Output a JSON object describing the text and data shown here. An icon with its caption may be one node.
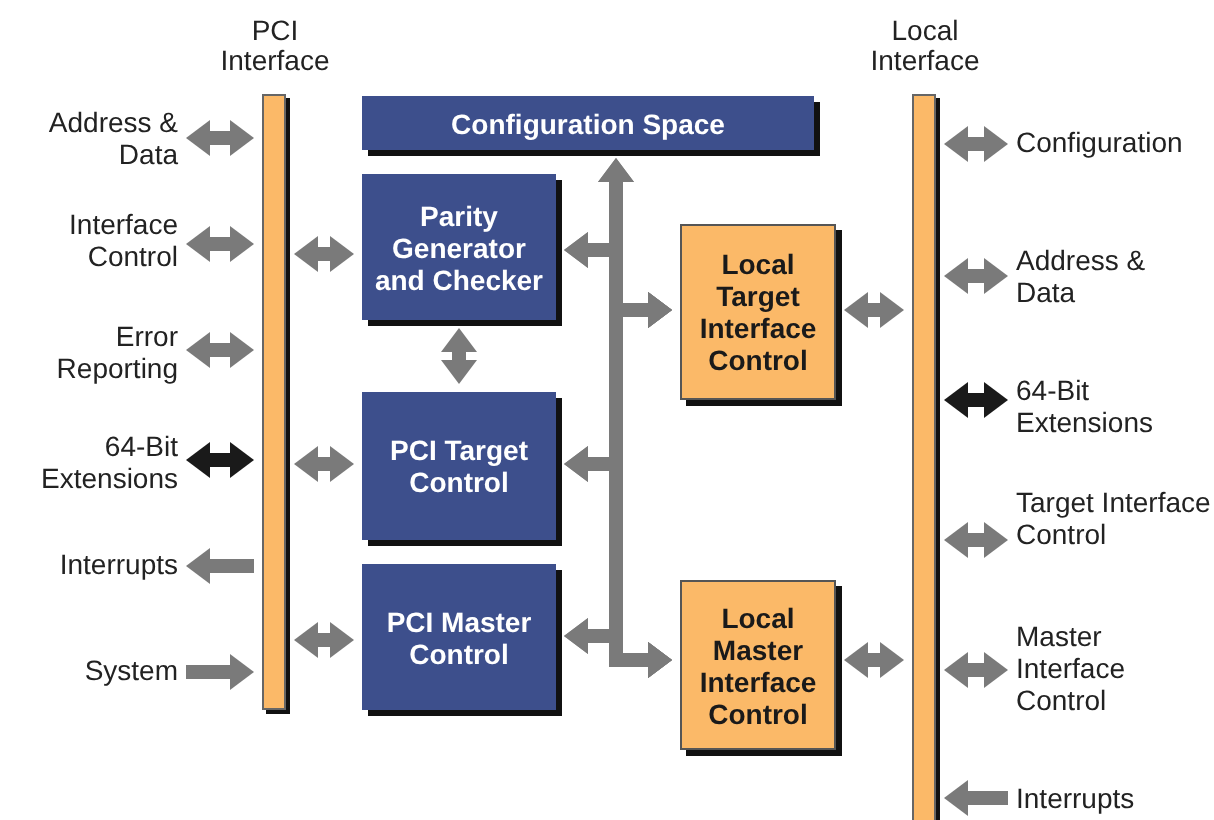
{
  "diagram": {
    "nodes": [
      {
        "text": [
          "PCI Interface"
        ]
      },
      {
        "text": [
          "Local Interface"
        ]
      },
      {
        "text": [
          "Configuration Space"
        ]
      },
      {
        "text": [
          "Parity Generator and Checker"
        ]
      },
      {
        "text": [
          "PCI Target Control"
        ]
      },
      {
        "text": [
          "PCI Master Control"
        ]
      },
      {
        "text": [
          "Local Target Interface Control"
        ]
      },
      {
        "text": [
          "Local Master Interface Control"
        ]
      },
      {
        "text": [
          "Address & Data"
        ]
      },
      {
        "text": [
          "Interface Control"
        ]
      },
      {
        "text": [
          "Error Reporting"
        ]
      },
      {
        "text": [
          "64-Bit Extensions"
        ]
      },
      {
        "text": [
          "Interrupts"
        ]
      },
      {
        "text": [
          "System"
        ]
      },
      {
        "text": [
          "Configuration"
        ]
      },
      {
        "text": [
          "Address & Data"
        ]
      },
      {
        "text": [
          "64-Bit Extensions"
        ]
      },
      {
        "text": [
          "Target Interface Control"
        ]
      },
      {
        "text": [
          "Master Interface Control"
        ]
      },
      {
        "text": [
          "Interrupts"
        ]
      }
    ],
    "edges": [
      {
        "from": 8,
        "to": 0,
        "arrow": "both"
      },
      {
        "from": 9,
        "to": 0,
        "arrow": "both"
      },
      {
        "from": 10,
        "to": 0,
        "arrow": "both"
      },
      {
        "from": 11,
        "to": 0,
        "arrow": "both",
        "color": "#1a1a1a"
      },
      {
        "from": 0,
        "to": 12,
        "arrow": "to"
      },
      {
        "from": 13,
        "to": 0,
        "arrow": "to"
      },
      {
        "from": 0,
        "to": 3,
        "arrow": "both"
      },
      {
        "from": 0,
        "to": 4,
        "arrow": "both"
      },
      {
        "from": 0,
        "to": 5,
        "arrow": "both"
      },
      {
        "from": 3,
        "to": 4,
        "arrow": "both"
      },
      {
        "from": 6,
        "to": 2,
        "arrow": "both"
      },
      {
        "from": 6,
        "to": 3,
        "arrow": "both"
      },
      {
        "from": 6,
        "to": 4,
        "arrow": "both"
      },
      {
        "from": 6,
        "to": 5,
        "arrow": "both"
      },
      {
        "from": 7,
        "to": 2,
        "arrow": "both"
      },
      {
        "from": 7,
        "to": 3,
        "arrow": "both"
      },
      {
        "from": 7,
        "to": 4,
        "arrow": "both"
      },
      {
        "from": 7,
        "to": 5,
        "arrow": "both"
      },
      {
        "from": 6,
        "to": 1,
        "arrow": "both"
      },
      {
        "from": 7,
        "to": 1,
        "arrow": "both"
      },
      {
        "from": 1,
        "to": 14,
        "arrow": "both"
      },
      {
        "from": 1,
        "to": 15,
        "arrow": "both"
      },
      {
        "from": 1,
        "to": 16,
        "arrow": "both",
        "color": "#1a1a1a"
      },
      {
        "from": 1,
        "to": 17,
        "arrow": "both"
      },
      {
        "from": 1,
        "to": 18,
        "arrow": "both"
      },
      {
        "from": 19,
        "to": 1,
        "arrow": "to"
      }
    ]
  }
}
